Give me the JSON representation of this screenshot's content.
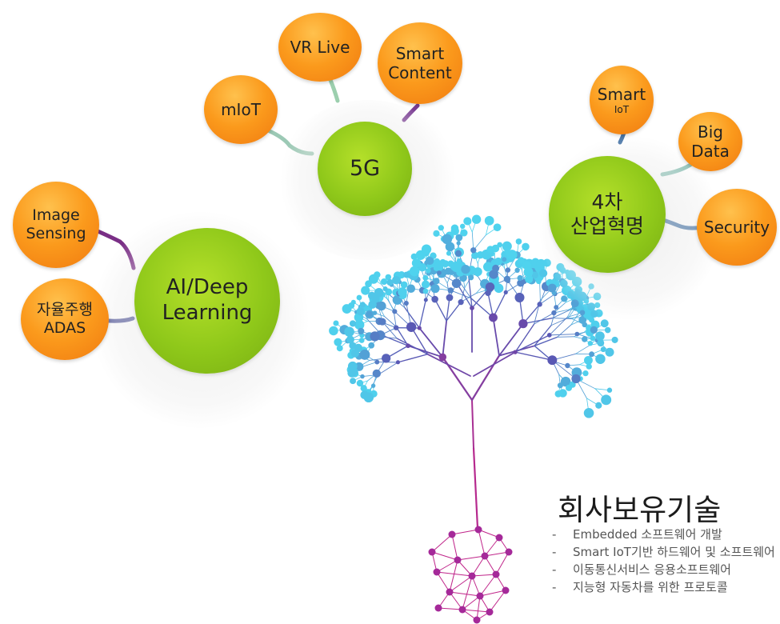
{
  "hubs": [
    {
      "id": "5g",
      "label": "5G"
    },
    {
      "id": "4th",
      "label": "4차\n산업혁명"
    },
    {
      "id": "ai",
      "label": "AI/Deep\nLearning"
    }
  ],
  "satellites": [
    {
      "id": "vr-live",
      "label": "VR Live"
    },
    {
      "id": "smart-content",
      "label": "Smart\nContent"
    },
    {
      "id": "miot",
      "label": "mIoT"
    },
    {
      "id": "smart-iot",
      "label": "Smart",
      "sub": "IoT"
    },
    {
      "id": "big-data",
      "label": "Big\nData"
    },
    {
      "id": "security",
      "label": "Security"
    },
    {
      "id": "image-sensing",
      "label": "Image\nSensing"
    },
    {
      "id": "adas",
      "label": "자율주행\nADAS"
    }
  ],
  "colors": {
    "accent_green": "#8fc81a",
    "accent_orange": "#f7891a",
    "tree_root": "#c0258a",
    "tree_mid": "#5a50b0",
    "tree_tip": "#4fd3ee"
  },
  "section": {
    "title": "회사보유기술",
    "bullets": [
      {
        "dash": "-",
        "text": "Embedded 소프트웨어 개발"
      },
      {
        "dash": "-",
        "text": "Smart IoT기반 하드웨어 및 소프트웨어"
      },
      {
        "dash": "-",
        "text": "이동통신서비스 응용소프트웨어"
      },
      {
        "dash": "-",
        "text": "지능형 자동차를 위한 프로토콜"
      }
    ]
  }
}
